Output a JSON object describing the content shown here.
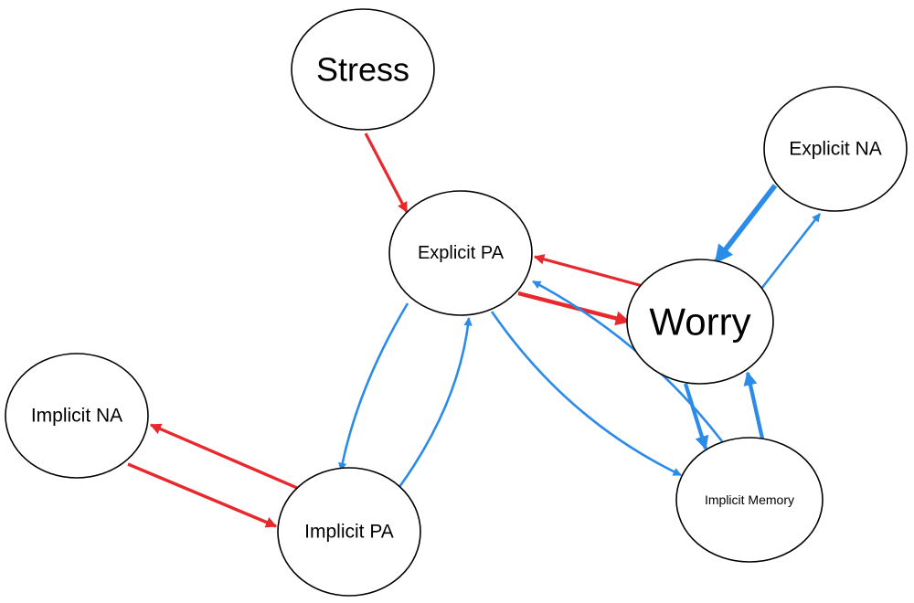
{
  "colors": {
    "negative_edge": "#e8282c",
    "positive_edge": "#2b8be8",
    "node_fill": "#ffffff",
    "node_stroke": "#000000"
  },
  "nodes": [
    {
      "id": "stress",
      "label": "Stress"
    },
    {
      "id": "explicit_pa",
      "label": "Explicit PA"
    },
    {
      "id": "worry",
      "label": "Worry"
    },
    {
      "id": "explicit_na",
      "label": "Explicit NA"
    },
    {
      "id": "implicit_na",
      "label": "Implicit NA"
    },
    {
      "id": "implicit_pa",
      "label": "Implicit PA"
    },
    {
      "id": "implicit_memory",
      "label": "Implicit Memory"
    }
  ],
  "edges": [
    {
      "from": "stress",
      "to": "explicit_pa",
      "sign": "negative"
    },
    {
      "from": "worry",
      "to": "explicit_pa",
      "sign": "negative"
    },
    {
      "from": "explicit_pa",
      "to": "worry",
      "sign": "negative"
    },
    {
      "from": "implicit_pa",
      "to": "implicit_na",
      "sign": "negative"
    },
    {
      "from": "implicit_na",
      "to": "implicit_pa",
      "sign": "negative"
    },
    {
      "from": "explicit_na",
      "to": "worry",
      "sign": "positive"
    },
    {
      "from": "worry",
      "to": "explicit_na",
      "sign": "positive"
    },
    {
      "from": "explicit_pa",
      "to": "implicit_pa",
      "sign": "positive"
    },
    {
      "from": "implicit_pa",
      "to": "explicit_pa",
      "sign": "positive"
    },
    {
      "from": "explicit_pa",
      "to": "implicit_memory",
      "sign": "positive"
    },
    {
      "from": "implicit_memory",
      "to": "explicit_pa",
      "sign": "positive"
    },
    {
      "from": "worry",
      "to": "implicit_memory",
      "sign": "positive"
    },
    {
      "from": "implicit_memory",
      "to": "worry",
      "sign": "positive"
    }
  ]
}
